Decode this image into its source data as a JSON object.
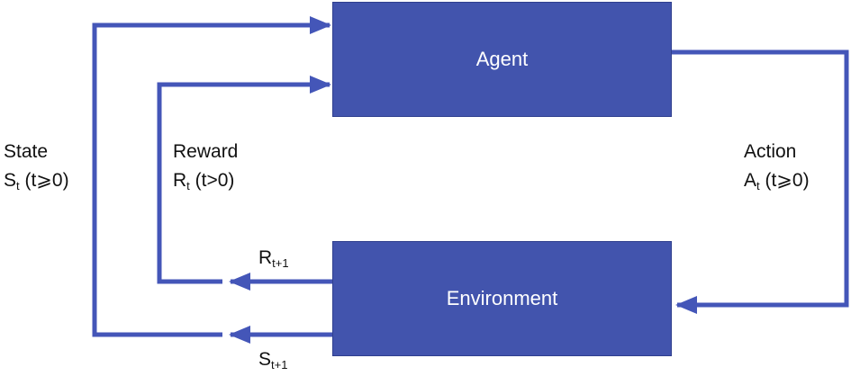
{
  "diagram": {
    "agent_label": "Agent",
    "environment_label": "Environment",
    "state": {
      "title": "State",
      "symbol": "S",
      "subscript": "t",
      "condition": " (t⩾0)"
    },
    "reward": {
      "title": "Reward",
      "symbol": "R",
      "subscript": "t",
      "condition": " (t>0)"
    },
    "action": {
      "title": "Action",
      "symbol": "A",
      "subscript": "t",
      "condition": " (t⩾0)"
    },
    "next_reward": {
      "symbol": "R",
      "subscript": "t+1"
    },
    "next_state": {
      "symbol": "S",
      "subscript": "t+1"
    },
    "colors": {
      "box_fill": "#4254ad",
      "arrow": "#4456b8",
      "text": "#111111"
    }
  }
}
